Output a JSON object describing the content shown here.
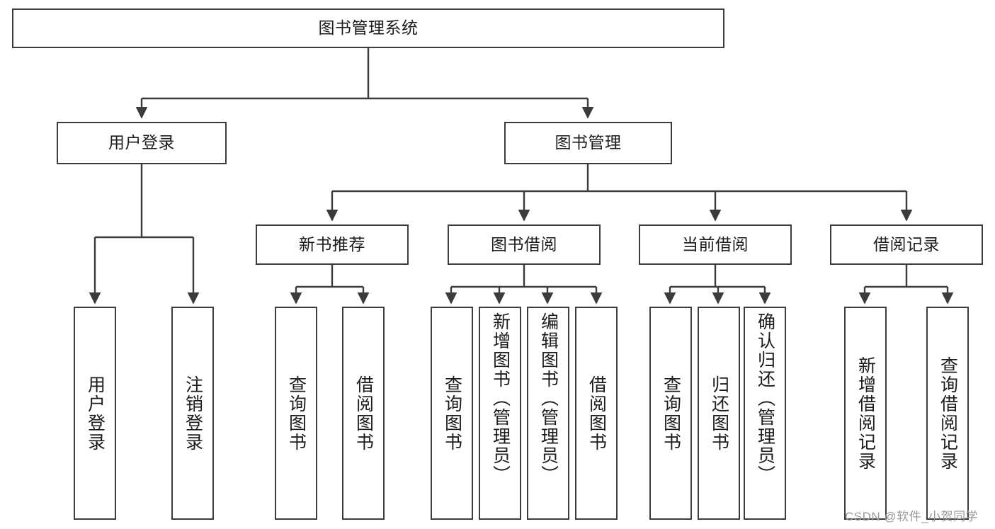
{
  "diagram": {
    "type": "tree",
    "title": "图书管理系统",
    "watermark": "CSDN @软件_小贺同学",
    "colors": {
      "stroke": "#3b3b3b",
      "fill": "#ffffff",
      "text": "#1c1c1c",
      "background": "#ffffff",
      "watermark": "#9a9a9a"
    },
    "nodes": {
      "root": {
        "label": "图书管理系统"
      },
      "level2": [
        {
          "id": "user-login",
          "label": "用户登录"
        },
        {
          "id": "book-manage",
          "label": "图书管理"
        }
      ],
      "level3": [
        {
          "id": "new-book-recommend",
          "label": "新书推荐"
        },
        {
          "id": "book-borrow",
          "label": "图书借阅"
        },
        {
          "id": "current-borrow",
          "label": "当前借阅"
        },
        {
          "id": "borrow-record",
          "label": "借阅记录"
        }
      ],
      "leaves": {
        "user-login": [
          {
            "id": "leaf-user-login",
            "label": "用户登录"
          },
          {
            "id": "leaf-logout",
            "label": "注销登录"
          }
        ],
        "new-book-recommend": [
          {
            "id": "leaf-query-book-1",
            "label": "查询图书"
          },
          {
            "id": "leaf-borrow-book-1",
            "label": "借阅图书"
          }
        ],
        "book-borrow": [
          {
            "id": "leaf-query-book-2",
            "label": "查询图书"
          },
          {
            "id": "leaf-add-book",
            "label": "新增图书（管理员）"
          },
          {
            "id": "leaf-edit-book",
            "label": "编辑图书（管理员）"
          },
          {
            "id": "leaf-borrow-book-2",
            "label": "借阅图书"
          }
        ],
        "current-borrow": [
          {
            "id": "leaf-query-book-3",
            "label": "查询图书"
          },
          {
            "id": "leaf-return-book",
            "label": "归还图书"
          },
          {
            "id": "leaf-confirm-return",
            "label": "确认归还（管理员）"
          }
        ],
        "borrow-record": [
          {
            "id": "leaf-add-record",
            "label": "新增借阅记录"
          },
          {
            "id": "leaf-query-record",
            "label": "查询借阅记录"
          }
        ]
      }
    }
  }
}
